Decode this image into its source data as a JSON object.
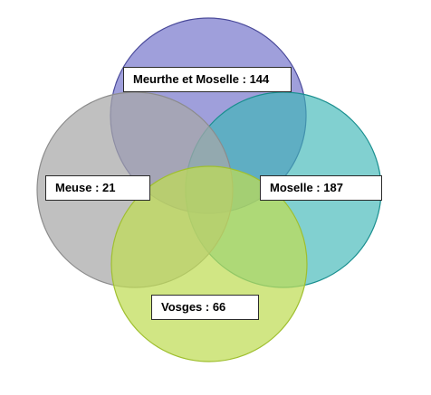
{
  "diagram": {
    "sets": [
      {
        "id": "meurthe-et-moselle",
        "label": "Meurthe et Moselle : 144",
        "fill": "#7f7fcf",
        "stroke": "#4a4a9a"
      },
      {
        "id": "meuse",
        "label": "Meuse : 21",
        "fill": "#a8a8a8",
        "stroke": "#8c8c8c"
      },
      {
        "id": "moselle",
        "label": "Moselle : 187",
        "fill": "#3db7b7",
        "stroke": "#1a8f8f"
      },
      {
        "id": "vosges",
        "label": "Vosges : 66",
        "fill": "#bfdc55",
        "stroke": "#9fbf2f"
      }
    ]
  }
}
